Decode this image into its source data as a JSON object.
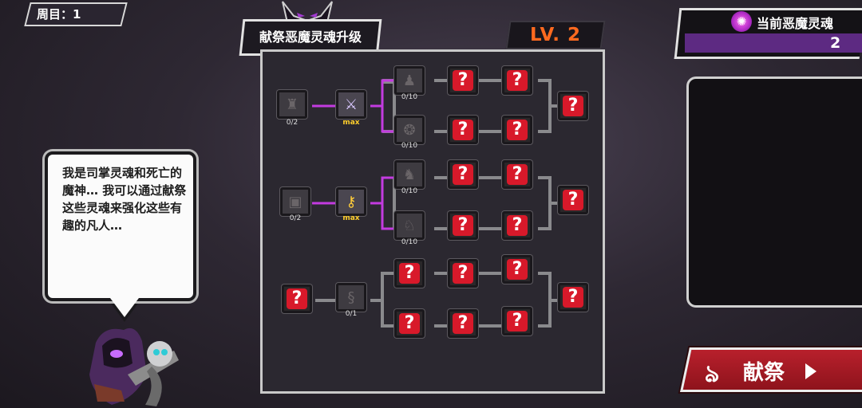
{
  "cycle": {
    "label": "周目：1"
  },
  "panel": {
    "title": "献祭恶魔灵魂升级",
    "level": "LV. 2"
  },
  "souls": {
    "label": "当前恶魔灵魂",
    "value": "2",
    "icon": "swirl-soul-icon"
  },
  "speech": {
    "text": "我是司掌灵魂和死亡的魔神… 我可以通过献祭这些灵魂来强化这些有趣的凡人…"
  },
  "sacrifice": {
    "label": "献祭"
  },
  "colors": {
    "accent_red": "#d8192a",
    "soul_purple": "#5d2a82",
    "level_orange": "#ff6a1f",
    "max_yellow": "#ffcf2c"
  },
  "tree": {
    "branch1": {
      "root_count": "0/2",
      "second_label": "max",
      "top_count": "0/10",
      "bottom_count": "0/10"
    },
    "branch2": {
      "root_count": "0/2",
      "second_label": "max",
      "top_count": "0/10",
      "bottom_count": "0/10"
    },
    "branch3": {
      "second_count": "0/1"
    },
    "unknown_symbol": "?"
  }
}
